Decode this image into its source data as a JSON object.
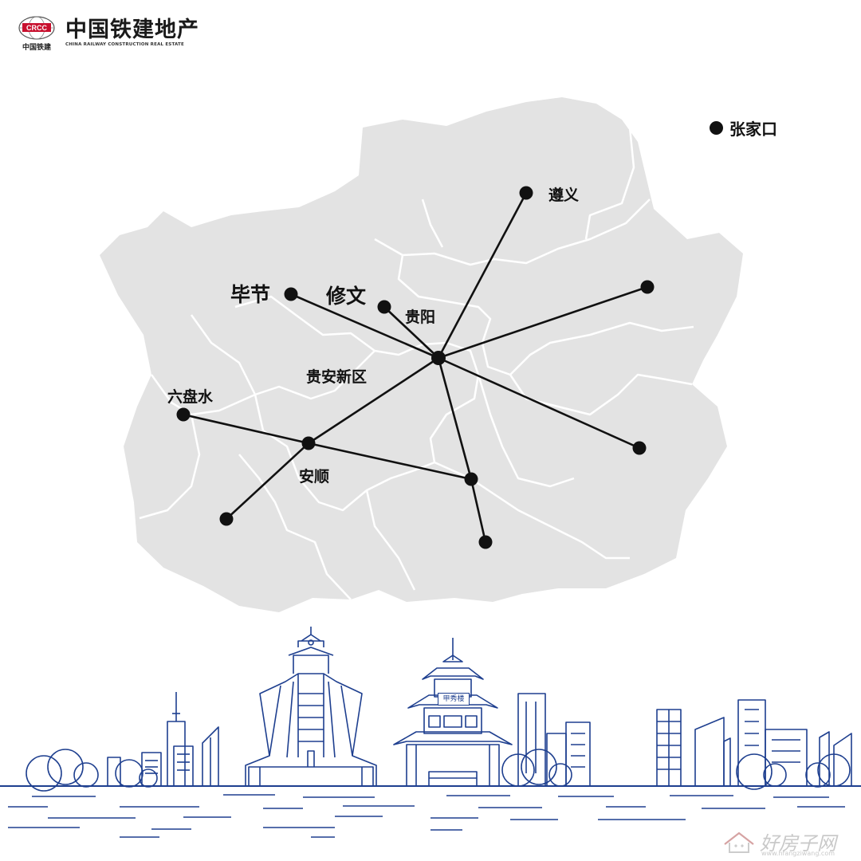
{
  "brand": {
    "logo_text": "CRCC",
    "logo_subtext": "中国铁建",
    "name_cn": "中国铁建地产",
    "name_en": "CHINA RAILWAY CONSTRUCTION REAL ESTATE",
    "logo_color": "#c8102e"
  },
  "legend": {
    "label": "张家口",
    "dot_color": "#111111"
  },
  "map": {
    "region_fill": "#e3e3e3",
    "boundary_color": "#ffffff",
    "line_color": "#111111",
    "labels": {
      "zunyi": "遵义",
      "bijie": "毕节",
      "xiuwen": "修文",
      "guiyang": "贵阳",
      "guian": "贵安新区",
      "liupanshui": "六盘水",
      "anshun": "安顺"
    }
  },
  "skyline": {
    "stroke_color": "#1e3f8f",
    "plaque_text": "甲秀楼"
  },
  "watermark": {
    "text": "好房子网",
    "url": "www.hfangziwang.com"
  }
}
